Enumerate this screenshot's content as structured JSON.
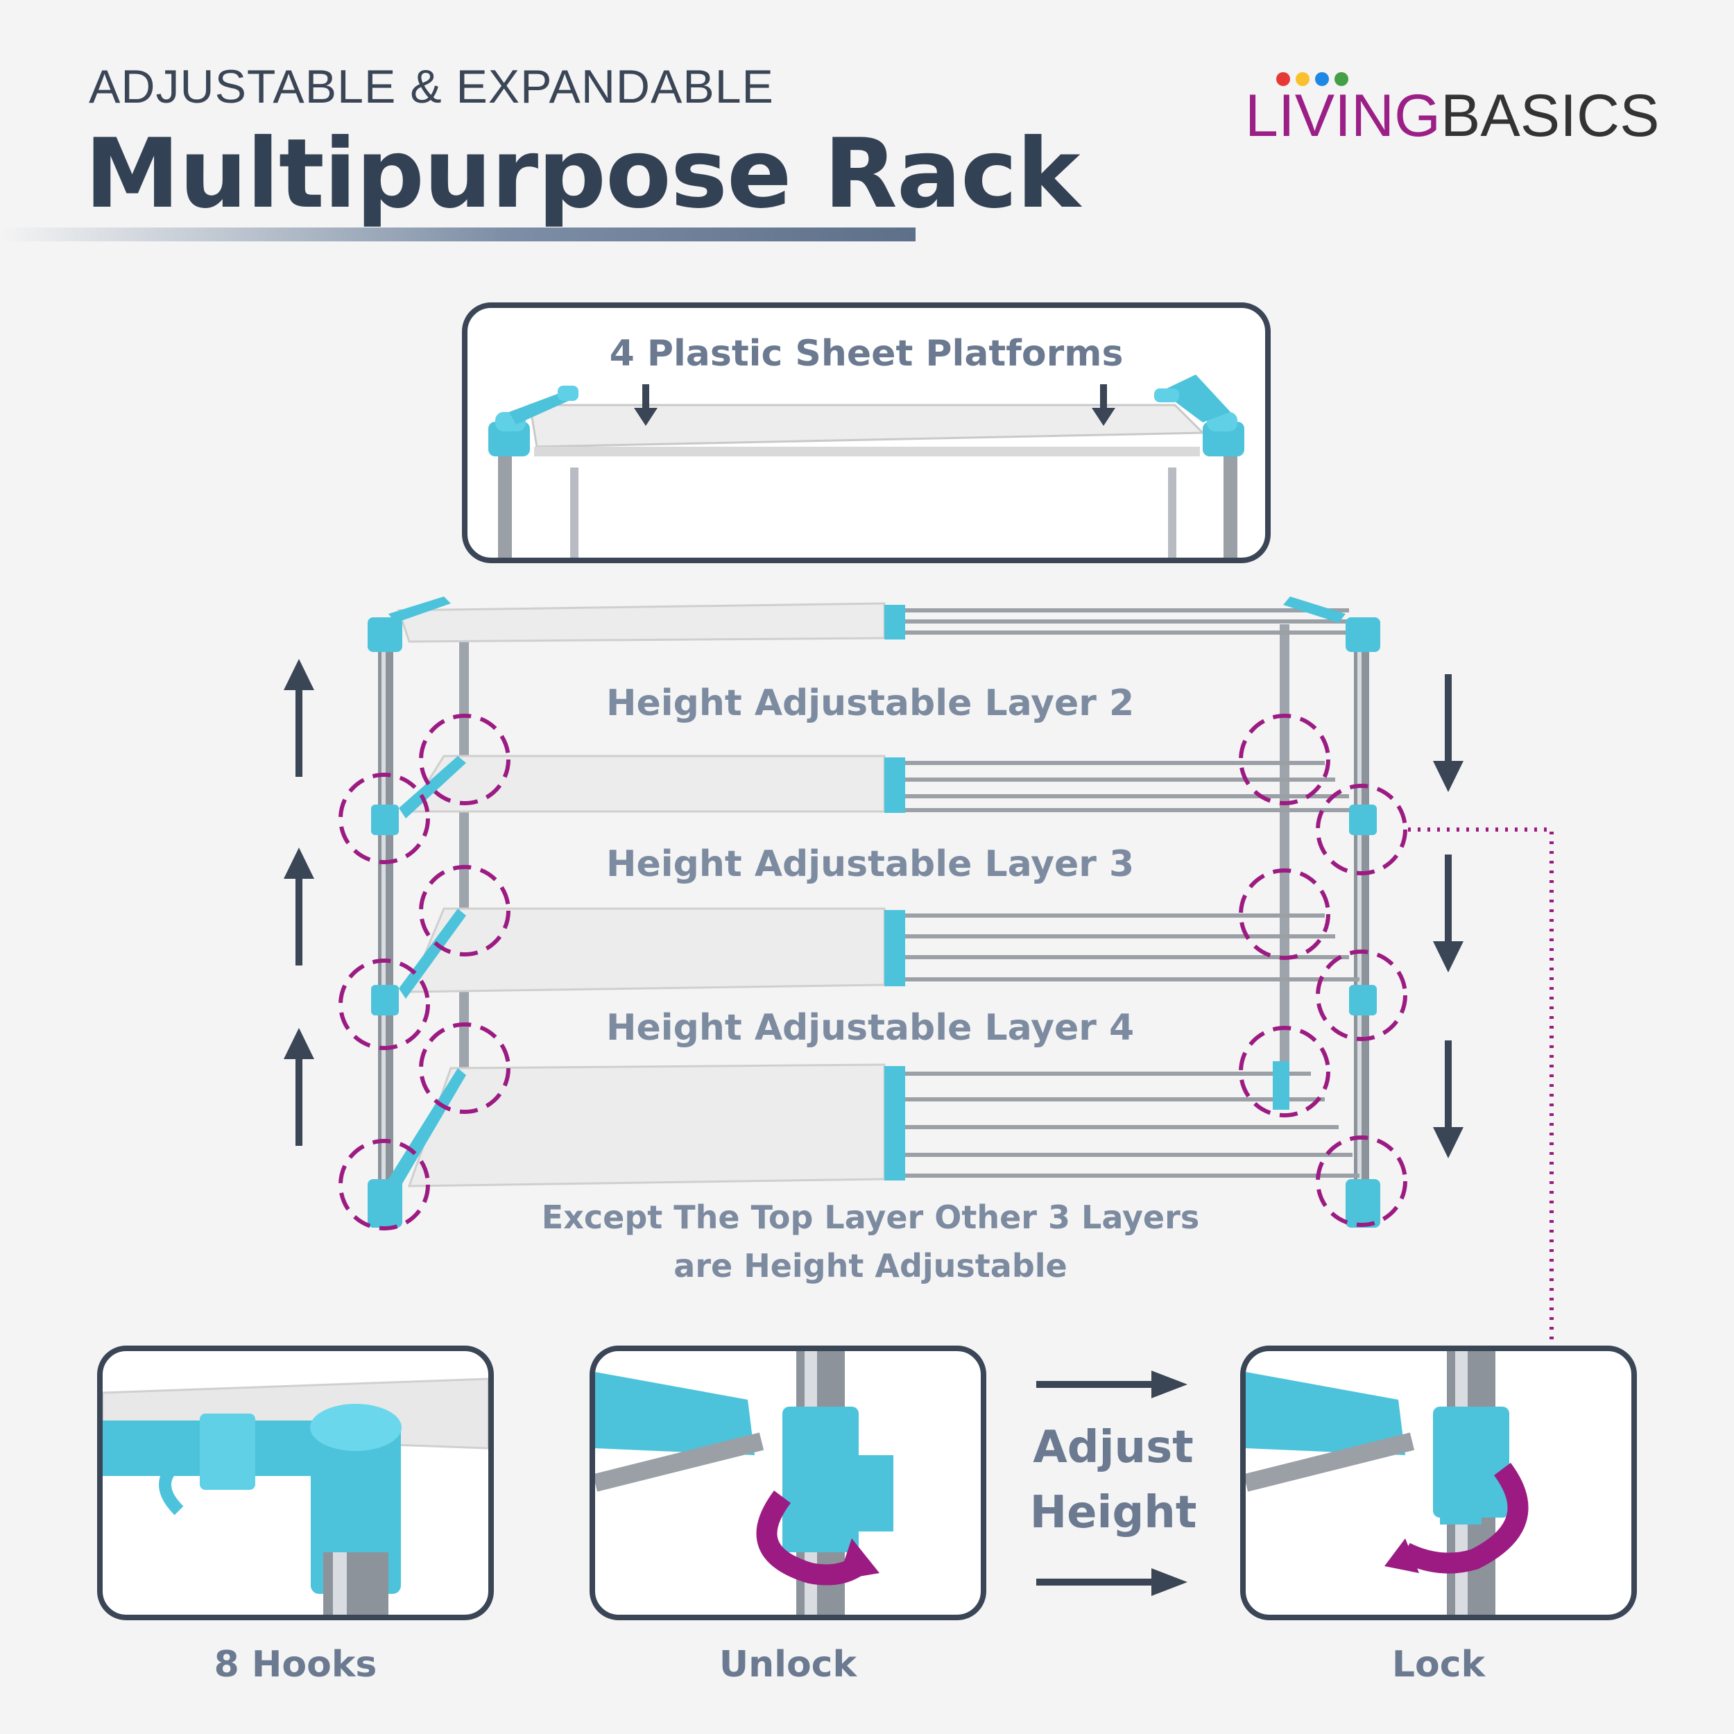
{
  "header": {
    "subtitle": "ADJUSTABLE & EXPANDABLE",
    "title": "Multipurpose Rack"
  },
  "logo": {
    "part1": "LIVING",
    "part2": "BASICS",
    "dot_colors": [
      "#e53935",
      "#fbc02d",
      "#1e88e5",
      "#43a047"
    ]
  },
  "top_panel": {
    "label": "4 Plastic Sheet Platforms"
  },
  "layers": [
    {
      "label": "Height Adjustable Layer 2"
    },
    {
      "label": "Height Adjustable Layer 3"
    },
    {
      "label": "Height Adjustable Layer 4"
    }
  ],
  "note": {
    "line1": "Except The Top Layer Other 3 Layers",
    "line2": "are Height Adjustable"
  },
  "bottom": {
    "hooks_label": "8 Hooks",
    "unlock_label": "Unlock",
    "lock_label": "Lock",
    "adjust_line1": "Adjust",
    "adjust_line2": "Height"
  },
  "colors": {
    "accent_blue": "#4cc3db",
    "highlight_purple": "#9c1b82",
    "dark_slate": "#3a4556",
    "label_gray": "#7d8ba0"
  }
}
